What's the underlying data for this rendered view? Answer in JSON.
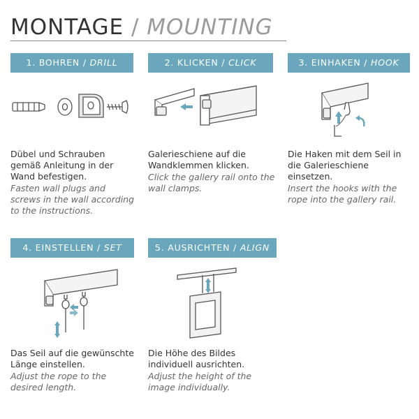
{
  "header": {
    "title_de": "MONTAGE",
    "separator": " / ",
    "title_en": "MOUNTING"
  },
  "accent_color": "#6aa7bd",
  "steps": [
    {
      "label_de": "1. BOHREN / ",
      "label_en": "DRILL",
      "text_de": "Dübel und Schrauben gemäß Anleitung in der Wand befestigen.",
      "text_en": "Fasten wall plugs and screws in the wall according to the instructions.",
      "illustration": "wall-plug-washer-clamp-screw"
    },
    {
      "label_de": "2. KLICKEN / ",
      "label_en": "CLICK",
      "text_de": "Galerieschiene auf die Wandklemmen klicken.",
      "text_en": "Click the gallery rail onto the wall clamps.",
      "illustration": "rail-click-onto-clamp"
    },
    {
      "label_de": "3. EINHAKEN / ",
      "label_en": "HOOK",
      "text_de": "Die Haken mit dem Seil in die Galerieschiene einsetzen.",
      "text_en": "Insert the hooks with the rope into the gallery rail.",
      "illustration": "hook-into-rail"
    },
    {
      "label_de": "4. EINSTELLEN / ",
      "label_en": "SET",
      "text_de": "Das Seil auf die gewünschte Länge einstellen.",
      "text_en": "Adjust the rope to the desired length.",
      "illustration": "rope-length-adjust"
    },
    {
      "label_de": "5. AUSRICHTEN / ",
      "label_en": "ALIGN",
      "text_de": "Die Höhe des Bildes individuell ausrichten.",
      "text_en": "Adjust the height of the image individually.",
      "illustration": "picture-height-align"
    }
  ]
}
